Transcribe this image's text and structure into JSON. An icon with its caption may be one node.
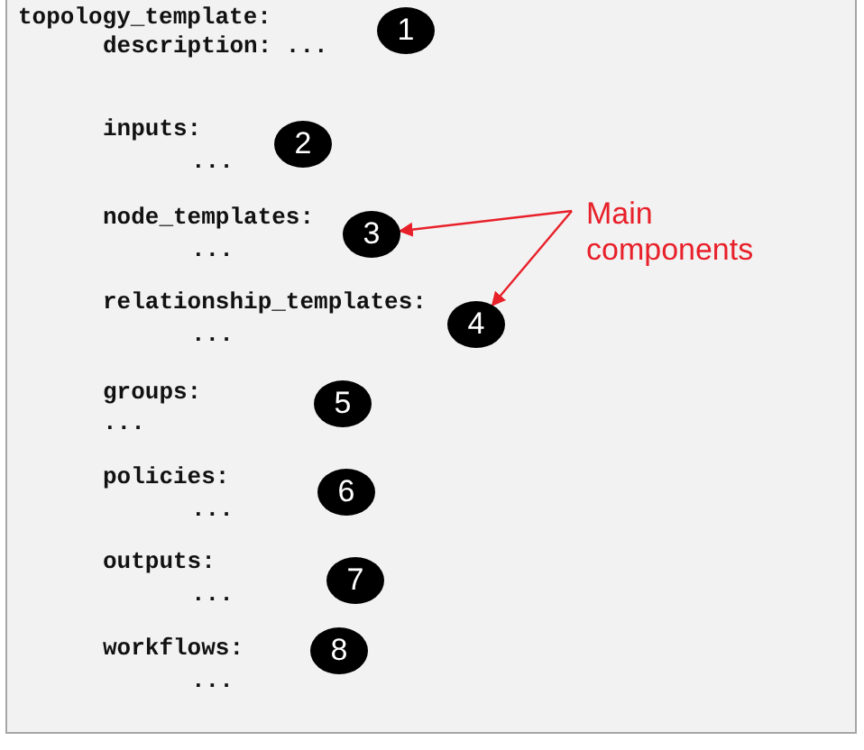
{
  "diagram": {
    "nodes": [
      {
        "text": [
          "1"
        ]
      },
      {
        "text": [
          "2"
        ]
      },
      {
        "text": [
          "3"
        ]
      },
      {
        "text": [
          "4"
        ]
      },
      {
        "text": [
          "5"
        ]
      },
      {
        "text": [
          "6"
        ]
      },
      {
        "text": [
          "7"
        ]
      },
      {
        "text": [
          "8"
        ]
      },
      {
        "text": [
          "Main components"
        ]
      }
    ],
    "edges": [
      {
        "from": 8,
        "to": 2,
        "arrow": "to",
        "color": "#e8202a"
      },
      {
        "from": 8,
        "to": 3,
        "arrow": "to",
        "color": "#e8202a"
      }
    ],
    "labels": [
      "topology_template:",
      "description: ...",
      "inputs:",
      "...",
      "node_templates:",
      "...",
      "relationship_templates:",
      "...",
      "groups:",
      "...",
      "policies:",
      "...",
      "outputs:",
      "...",
      "workflows:",
      "..."
    ]
  }
}
